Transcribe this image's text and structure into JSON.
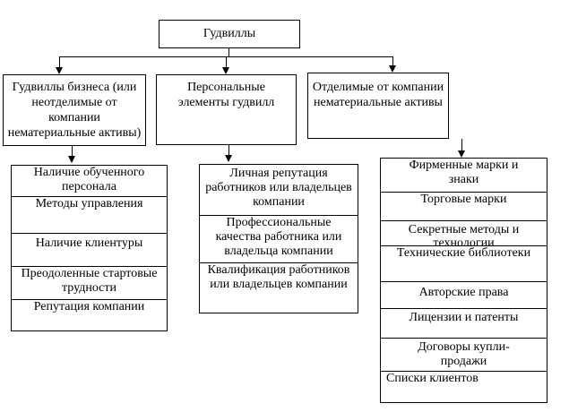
{
  "root": {
    "label": "Гудвиллы"
  },
  "categories": [
    {
      "label": "Гудвиллы бизнеса (или неотделимые от компании нематериальные активы)",
      "items": [
        "Наличие обученного персонала",
        "Методы управления",
        "Наличие клиентуры",
        "Преодоленные стартовые трудности",
        "Репутация компании"
      ]
    },
    {
      "label": "Персональные элементы гудвилл",
      "items": [
        "Личная репутация работников или владельцев компании",
        "Профессиональные качества работника или владельца компании",
        "Квалификация работников или владельцев компании"
      ]
    },
    {
      "label": "Отделимые от компании нематериальные активы",
      "items": [
        "Фирменные марки и знаки",
        "Торговые марки",
        "Секретные методы и технологии",
        "Технические библиотеки",
        "Авторские права",
        "Лицензии и патенты",
        "Договоры купли-продажи",
        "Списки клиентов"
      ]
    }
  ]
}
